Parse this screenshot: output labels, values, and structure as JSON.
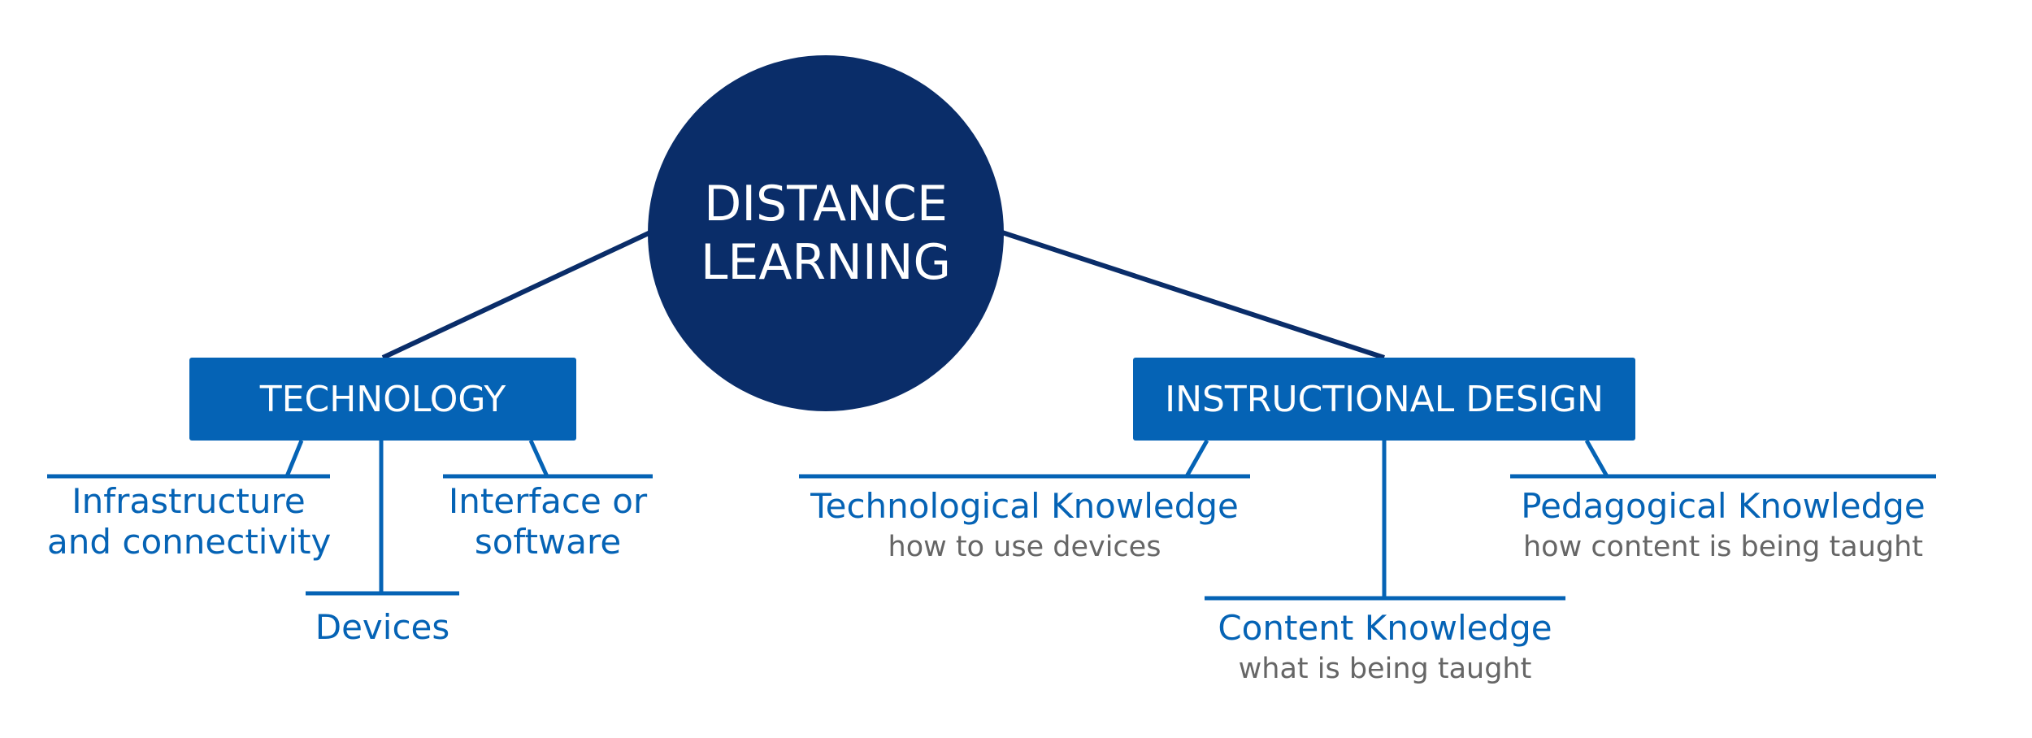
{
  "colors": {
    "navy": "#0a2d69",
    "blue": "#0563b5",
    "line": "#0563b5",
    "subtext": "#666666"
  },
  "root": {
    "line1": "DISTANCE",
    "line2": "LEARNING"
  },
  "branches": {
    "technology": {
      "label": "TECHNOLOGY",
      "children": {
        "infrastructure": {
          "line1": "Infrastructure",
          "line2": "and connectivity"
        },
        "interface": {
          "line1": "Interface or",
          "line2": "software"
        },
        "devices": {
          "line1": "Devices"
        }
      }
    },
    "instructional_design": {
      "label": "INSTRUCTIONAL DESIGN",
      "children": {
        "technological": {
          "title": "Technological Knowledge",
          "subtitle": "how to use devices"
        },
        "pedagogical": {
          "title": "Pedagogical Knowledge",
          "subtitle": "how content is being taught"
        },
        "content": {
          "title": "Content Knowledge",
          "subtitle": "what is being taught"
        }
      }
    }
  }
}
